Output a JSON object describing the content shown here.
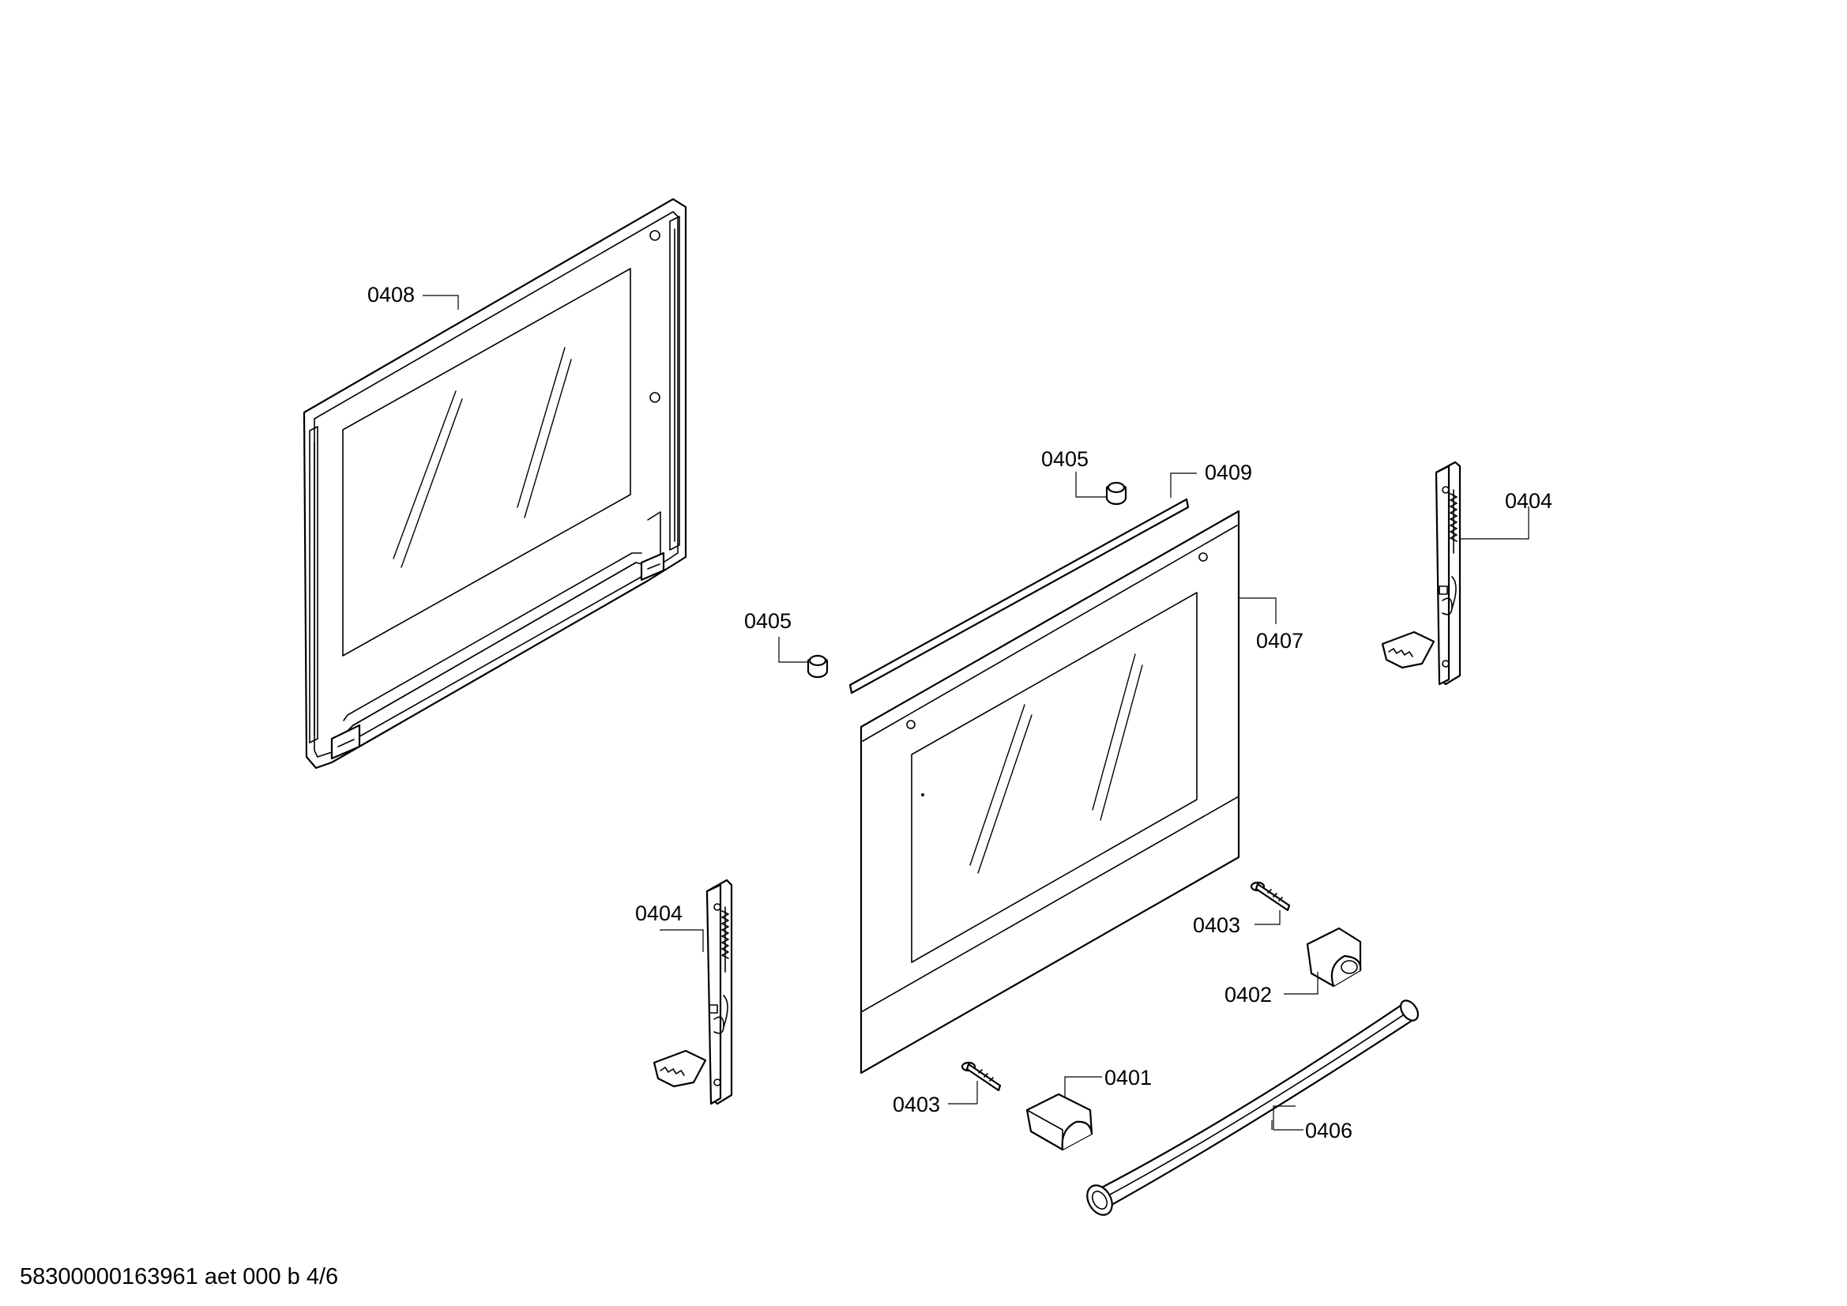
{
  "labels": {
    "p0401": "0401",
    "p0402": "0402",
    "p0403_left": "0403",
    "p0403_right": "0403",
    "p0404_left": "0404",
    "p0404_right": "0404",
    "p0405_left": "0405",
    "p0405_top": "0405",
    "p0406": "0406",
    "p0407": "0407",
    "p0408": "0408",
    "p0409": "0409"
  },
  "footer": "58300000163961 aet 000 b 4/6"
}
